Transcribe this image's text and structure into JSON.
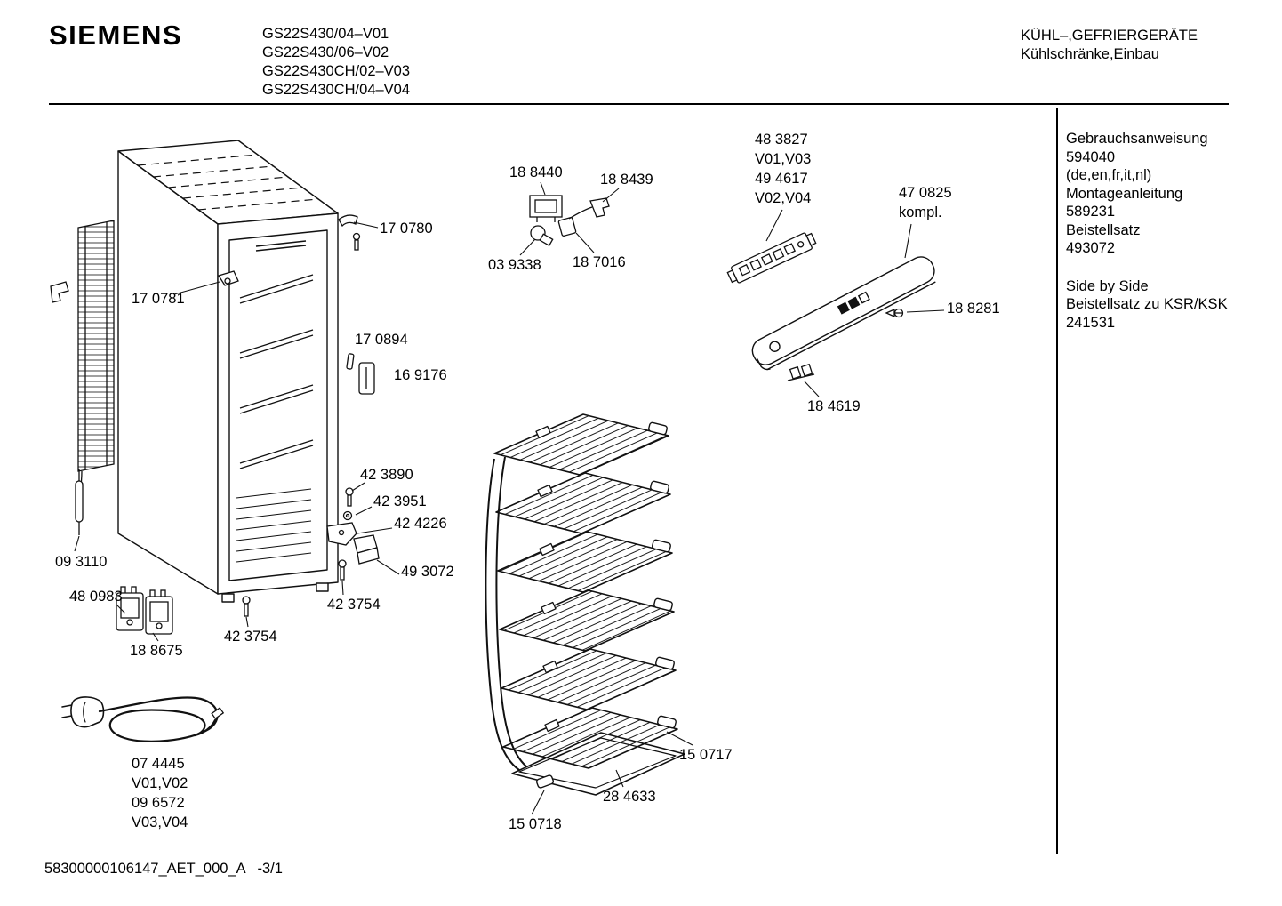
{
  "header": {
    "brand": "SIEMENS",
    "models": [
      "GS22S430/04–V01",
      "GS22S430/06–V02",
      "GS22S430CH/02–V03",
      "GS22S430CH/04–V04"
    ],
    "category": [
      "KÜHL–,GEFRIERGERÄTE",
      "Kühlschränke,Einbau"
    ]
  },
  "sidebar": {
    "block1": [
      "Gebrauchsanweisung",
      "594040",
      "(de,en,fr,it,nl)",
      "Montageanleitung",
      "589231",
      "Beistellsatz",
      "493072"
    ],
    "block2": [
      "Side by Side",
      "Beistellsatz zu KSR/KSK",
      "241531"
    ]
  },
  "footer": {
    "doc_id": "58300000106147_AET_000_A   -3/1"
  },
  "labels": {
    "p170780": "17 0780",
    "p170781": "17 0781",
    "p170894": "17 0894",
    "p169176": "16 9176",
    "p093110": "09 3110",
    "p480983": "48 0983",
    "p188675": "18 8675",
    "p423890": "42 3890",
    "p423951": "42 3951",
    "p424226": "42 4226",
    "p493072": "49 3072",
    "p423754_left": "42 3754",
    "p423754_right": "42 3754",
    "p074445": "07 4445",
    "p074445_variants": "V01,V02",
    "p096572": "09 6572",
    "p096572_variants": "V03,V04",
    "p188440": "18 8440",
    "p188439": "18 8439",
    "p039338": "03 9338",
    "p187016": "18 7016",
    "p483827": "48 3827",
    "p483827_variants": "V01,V03",
    "p494617": "49 4617",
    "p494617_variants": "V02,V04",
    "p470825": "47 0825",
    "p470825_suffix": "kompl.",
    "p188281": "18 8281",
    "p184619": "18 4619",
    "p150717": "15 0717",
    "p284633": "28 4633",
    "p150718": "15 0718"
  }
}
